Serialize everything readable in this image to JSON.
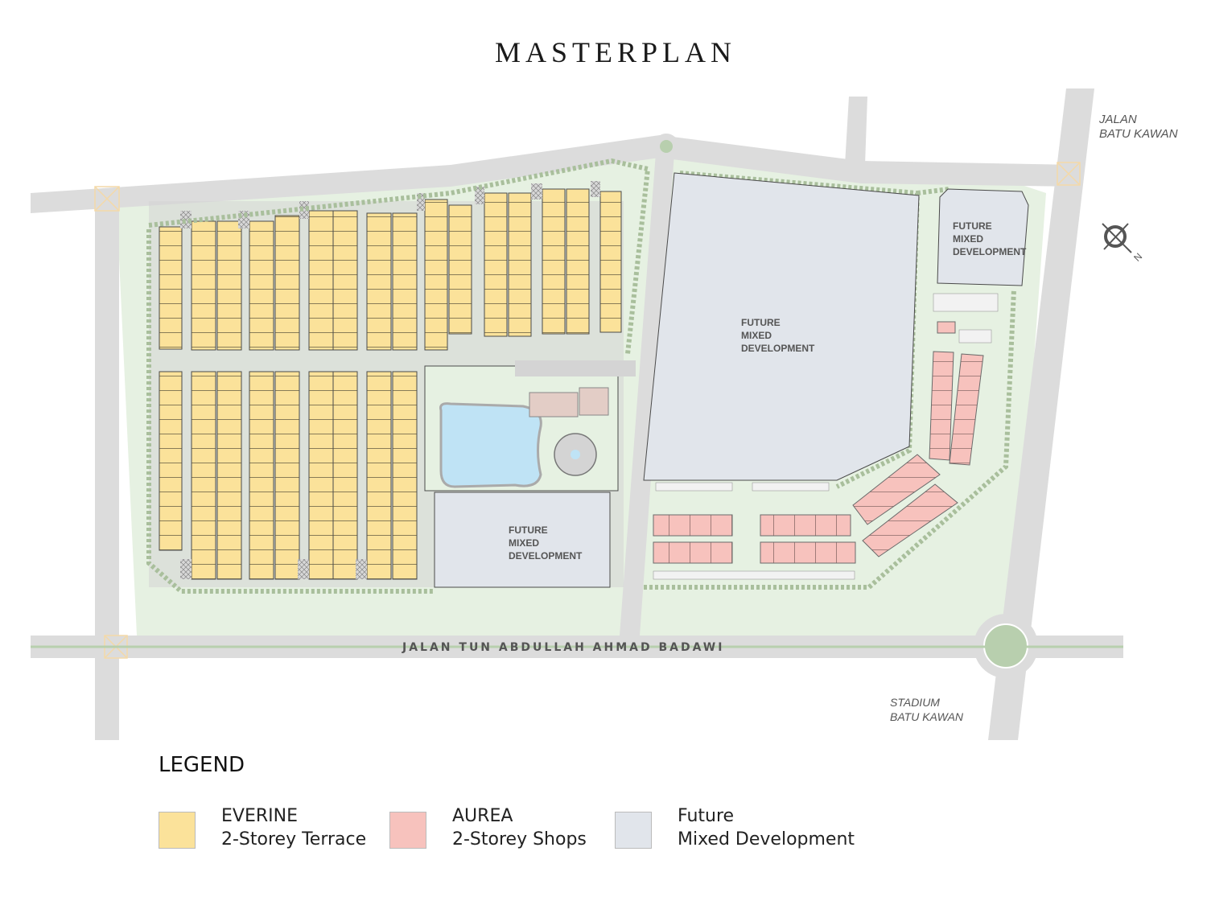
{
  "title": "MASTERPLAN",
  "map": {
    "labels": {
      "jalan_batu_kawan": [
        "JALAN",
        "BATU KAWAN"
      ],
      "stadium": [
        "STADIUM",
        "BATU KAWAN"
      ],
      "main_road": "JALAN TUN ABDULLAH AHMAD BADAWI"
    },
    "zones": {
      "future_large": [
        "FUTURE",
        "MIXED",
        "DEVELOPMENT"
      ],
      "future_small_ne": [
        "FUTURE",
        "MIXED",
        "DEVELOPMENT"
      ],
      "future_center": [
        "FUTURE",
        "MIXED",
        "DEVELOPMENT"
      ]
    },
    "compass": {
      "glyph": "N"
    },
    "colors": {
      "terrace": "#fbe29a",
      "shops": "#f7c2bd",
      "future": "#e1e5eb",
      "road": "#dcdcdc",
      "green": "#e6f1e2",
      "greenery": "#b8cfae",
      "lake": "#bfe3f5",
      "outline": "#4a4a4a"
    }
  },
  "legend": {
    "title": "LEGEND",
    "items": [
      {
        "name": "EVERINE",
        "desc": "2-Storey Terrace",
        "color": "#fbe29a"
      },
      {
        "name": "AUREA",
        "desc": "2-Storey Shops",
        "color": "#f7c2bd"
      },
      {
        "name": "Future",
        "desc": "Mixed Development",
        "color": "#e1e5eb"
      }
    ]
  }
}
